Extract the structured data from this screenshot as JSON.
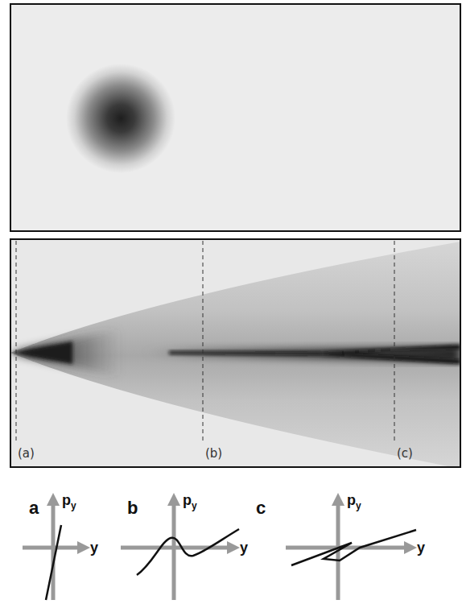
{
  "diagram": {
    "labels": [
      "(a)",
      "(b)",
      "(c)",
      "a",
      "p",
      "y",
      "y",
      "b",
      "p",
      "y",
      "y",
      "c",
      "p",
      "y",
      "y"
    ]
  }
}
